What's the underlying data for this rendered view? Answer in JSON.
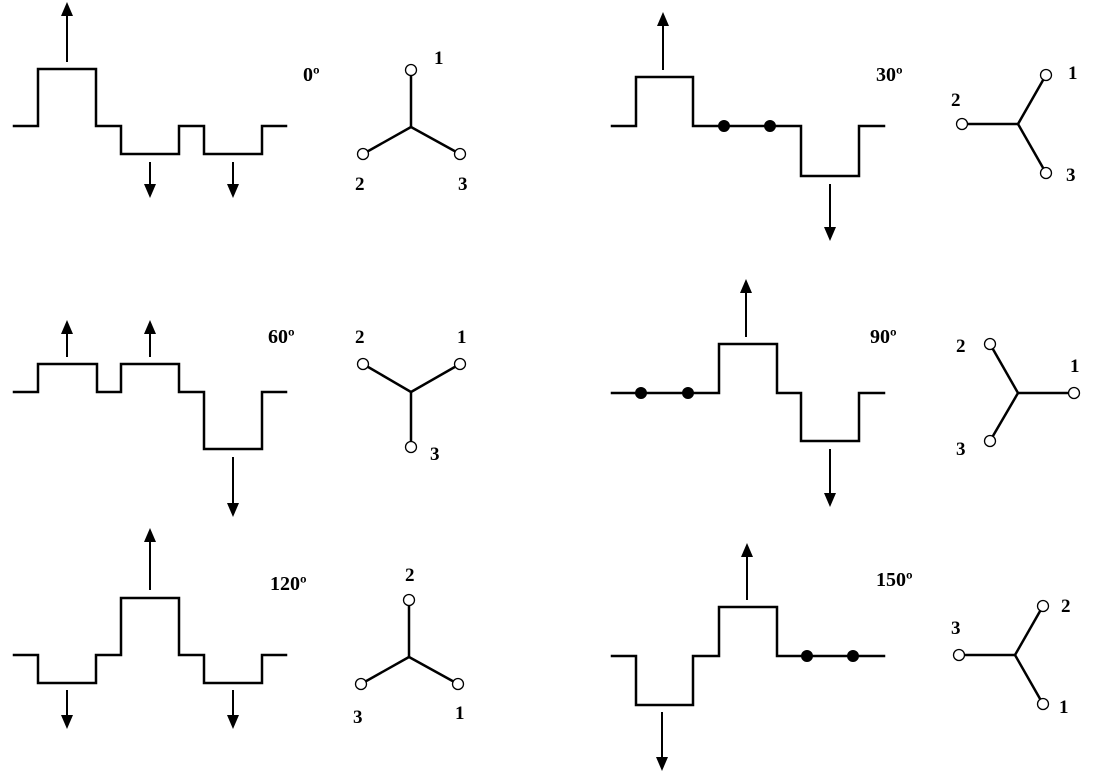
{
  "panels": [
    {
      "angle": "0º",
      "star": {
        "n1": "1",
        "n2": "2",
        "n3": "3"
      }
    },
    {
      "angle": "30º",
      "star": {
        "n1": "1",
        "n2": "2",
        "n3": "3"
      }
    },
    {
      "angle": "60º",
      "star": {
        "n1": "1",
        "n2": "2",
        "n3": "3"
      }
    },
    {
      "angle": "90º",
      "star": {
        "n1": "1",
        "n2": "2",
        "n3": "3"
      }
    },
    {
      "angle": "120º",
      "star": {
        "n1": "1",
        "n2": "2",
        "n3": "3"
      }
    },
    {
      "angle": "150º",
      "star": {
        "n1": "1",
        "n2": "2",
        "n3": "3"
      }
    }
  ]
}
